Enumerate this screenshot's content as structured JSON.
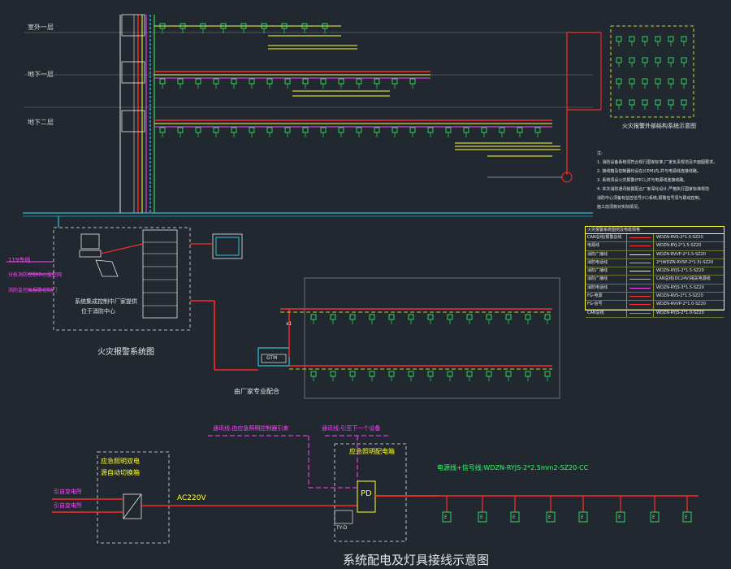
{
  "floors": [
    "室外一层",
    "地下一层",
    "地下二层"
  ],
  "titles": {
    "alarm_system": "火灾报警系统图",
    "fire_door": "火灾报警外部结构系统示意图",
    "power_wiring": "系统配电及灯具接线示意图",
    "manufacturer_config": "由厂家专业配合"
  },
  "left_notes": {
    "call_119": "119专线",
    "city_center": "分析消防控制中心监控网",
    "control_room": "消防监控及报警控制门"
  },
  "control_center": {
    "line1": "系统集成控制中厂家提供",
    "line2": "位于消防中心"
  },
  "module_labels": {
    "gtm": "GTM",
    "x1": "x1"
  },
  "power_panel": {
    "emergency_box_line1": "应急照明双电",
    "emergency_box_line2": "源自动切换箱",
    "source1": "引自变电所",
    "source2": "引自变电所",
    "ac": "AC220V",
    "panel_title": "应急照明配电箱",
    "pd": "PD",
    "ty": "TY-D",
    "cable_note": "电源线+信号线:WDZN-RYJS-2*2.5mm2-SZ20-CC",
    "comm_line1": "通讯线:由应急照明控制器引来",
    "comm_line2": "通讯线:引至下一个设备"
  },
  "notes": [
    "注:",
    "1. 消防设备系统须符合现行国家标准,厂家负责规范及平面图要求。",
    "2. 接线箱及控制器均设在(CEM)内,并与电源线连接线路。",
    "3. 系统须设火灾报警(FEC),并与电源线连接线路。",
    "4. 本次消防通讯装置配合厂家深化设计,严格执行国家标准规范",
    "   消防中心须备有监控信号(IC)系统,报警信号须与联动控制。",
    "   施工前须核对实际情况。"
  ],
  "legend": {
    "header": "火灾报警系统图例及电缆规格",
    "rows": [
      {
        "name": "CAN总线/报警总线",
        "spec": "WDZN-RVS-2*1.5-SZ20",
        "color": "#ff3333"
      },
      {
        "name": "电源线",
        "spec": "WDZN-BYJ-2*1.5-SZ20",
        "color": "#ff3333"
      },
      {
        "name": "消防广播线",
        "spec": "WDZN-RVVP-2*1.5-SZ20",
        "color": "#ffff33"
      },
      {
        "name": "消防电话线",
        "spec": "2*(WDZN-RVSP-2*1.5)-SZ20",
        "color": "#33ff66"
      },
      {
        "name": "消防广播线",
        "spec": "WDZN-RYJS-2*1.5-SZ20",
        "color": "#ffff33"
      },
      {
        "name": "消防广播线",
        "spec": "CAN总线(DC24V)相关电源线",
        "color": "#33ff66"
      },
      {
        "name": "消防电话线",
        "spec": "WDZN-RYJS-3*1.5-SZ20",
        "color": "#ff44ff"
      },
      {
        "name": "FG-电源",
        "spec": "WDZN-RVS-2*1.5-SZ20",
        "color": "#ff3333"
      },
      {
        "name": "FG-信号",
        "spec": "WDZN-RVVP-2*1.0-SZ20",
        "color": "#ff3333"
      },
      {
        "name": "CAN总线",
        "spec": "WDZN-RYJS-2*1.0-SZ20",
        "color": "#ff44ff"
      }
    ]
  },
  "fixture_labels": [
    "E",
    "E",
    "E",
    "E",
    "E",
    "E",
    "E",
    "E"
  ],
  "colors": {
    "background": "#212830",
    "bus_red": "#ff2a2a",
    "yellow": "#ffff33",
    "magenta": "#ff44ff",
    "green": "#33ff66",
    "white": "#e8e8e8",
    "cyan": "#33e6ff"
  }
}
